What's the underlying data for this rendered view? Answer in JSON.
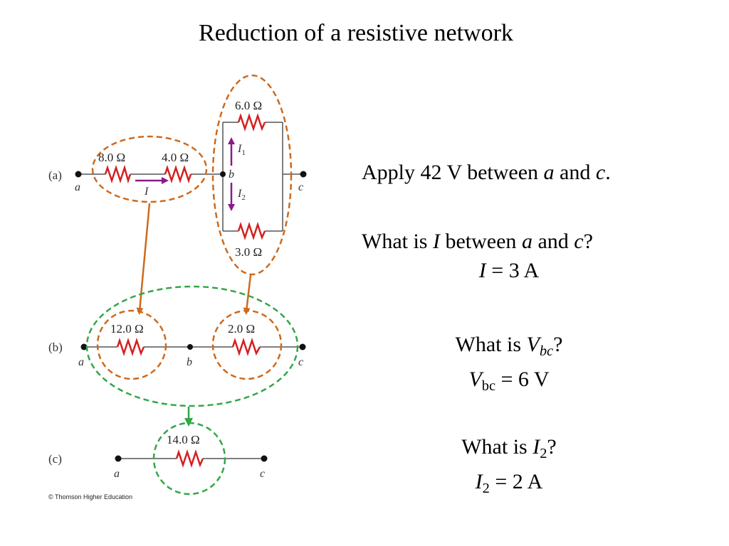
{
  "title": "Reduction of a resistive network",
  "panels": {
    "a": {
      "label": "(a)",
      "resistors": [
        "8.0 Ω",
        "4.0 Ω",
        "6.0 Ω",
        "3.0 Ω"
      ],
      "nodes": [
        "a",
        "b",
        "c"
      ],
      "currents": [
        "I",
        "I",
        "1",
        "I",
        "2"
      ]
    },
    "b": {
      "label": "(b)",
      "resistors": [
        "12.0 Ω",
        "2.0 Ω"
      ],
      "nodes": [
        "a",
        "b",
        "c"
      ]
    },
    "c": {
      "label": "(c)",
      "resistors": [
        "14.0 Ω"
      ],
      "nodes": [
        "a",
        "c"
      ]
    }
  },
  "copyright": "© Thomson Higher Education",
  "questions": {
    "apply": {
      "pre": "Apply 42 V between ",
      "v1": "a",
      "mid": " and ",
      "v2": "c",
      "post": "."
    },
    "q1": {
      "pre": "What is ",
      "v1": "I",
      "mid1": " between ",
      "v2": "a",
      "mid2": " and ",
      "v3": "c",
      "post": "?"
    },
    "a1": {
      "v": "I",
      "rest": " = 3 A"
    },
    "q2": {
      "pre": "What is ",
      "v": "V",
      "sub": "bc",
      "post": "?"
    },
    "a2": {
      "v": "V",
      "sub": "bc",
      "rest": " = 6 V"
    },
    "q3": {
      "pre": "What is ",
      "v": "I",
      "sub": "2",
      "post": "?"
    },
    "a3": {
      "v": "I",
      "sub": "2",
      "rest": " = 2 A"
    }
  },
  "colors": {
    "wire": "#555555",
    "resistor": "#d42020",
    "orange_loop": "#cc6a1e",
    "green_loop": "#33a645",
    "current_arrow": "#8a1a8a"
  }
}
